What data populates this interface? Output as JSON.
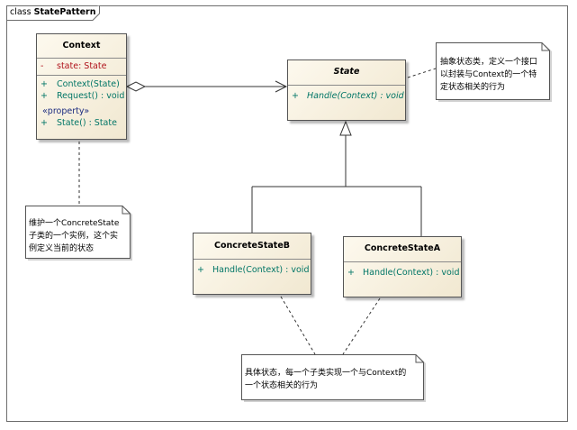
{
  "frame": {
    "keyword": "class",
    "name": "StatePattern"
  },
  "classes": {
    "context": {
      "name": "Context",
      "attributes": [
        {
          "vis": "-",
          "text": "state:  State"
        }
      ],
      "operations": [
        {
          "vis": "+",
          "text": "Context(State)"
        },
        {
          "vis": "+",
          "text": "Request() : void"
        }
      ],
      "stereotype": "«property»",
      "properties": [
        {
          "vis": "+",
          "text": "State() : State"
        }
      ]
    },
    "state": {
      "name": "State",
      "operations": [
        {
          "vis": "+",
          "text": "Handle(Context) : void"
        }
      ]
    },
    "concreteB": {
      "name": "ConcreteStateB",
      "operations": [
        {
          "vis": "+",
          "text": "Handle(Context) : void"
        }
      ]
    },
    "concreteA": {
      "name": "ConcreteStateA",
      "operations": [
        {
          "vis": "+",
          "text": "Handle(Context) : void"
        }
      ]
    }
  },
  "notes": {
    "state_note": [
      "抽象状态类，定义一个接口",
      "以封装与Context的一个特",
      "定状态相关的行为"
    ],
    "context_note": [
      "维护一个ConcreteState",
      "子类的一个实例，这个实",
      "例定义当前的状态"
    ],
    "concrete_note": [
      "具体状态，每一个子类实现一个与Context的",
      "一个状态相关的行为"
    ]
  },
  "colors": {
    "attribute": "#b0121b",
    "operation": "#007566",
    "stereotype": "#1c2c80",
    "border": "#555555",
    "fill": "#f1e8d1"
  }
}
